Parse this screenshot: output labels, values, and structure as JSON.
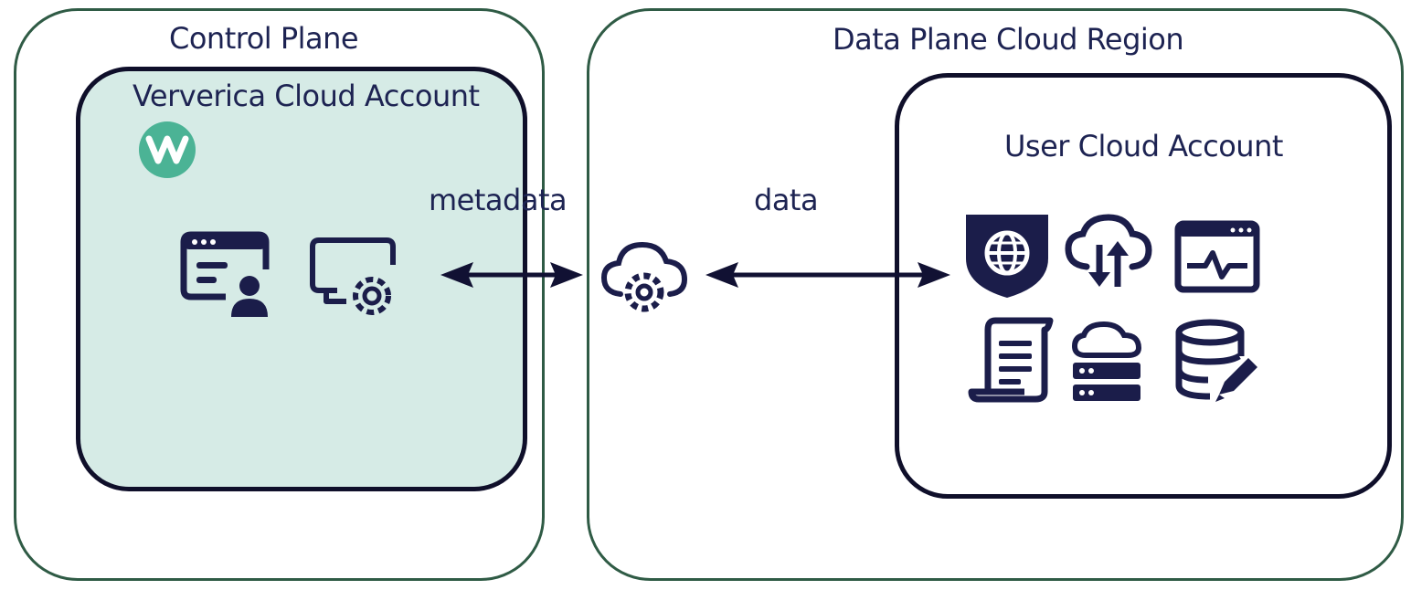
{
  "colors": {
    "region_border": "#2f5b45",
    "account_border": "#0f0f2a",
    "vervreca_fill": "#d6ebe6",
    "icon": "#1b1d4a",
    "logo": "#4bb395"
  },
  "control_plane": {
    "title": "Control Plane",
    "account": {
      "title": "Ververica Cloud Account",
      "logo_icon": "ververica-logo-icon",
      "icons": [
        "user-console-icon",
        "monitor-gear-icon"
      ]
    }
  },
  "data_plane": {
    "title": "Data Plane Cloud Region",
    "gateway_icon": "cloud-gear-icon",
    "account": {
      "title": "User Cloud Account",
      "icons": [
        "security-shield-globe-icon",
        "cloud-transfer-icon",
        "monitoring-window-icon",
        "log-scroll-icon",
        "cloud-server-icon",
        "database-edit-icon"
      ]
    }
  },
  "links": {
    "metadata_label": "metadata",
    "data_label": "data"
  }
}
